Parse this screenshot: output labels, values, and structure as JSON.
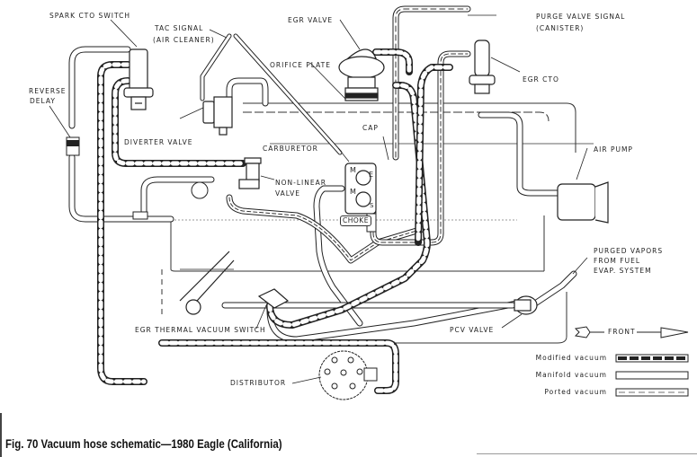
{
  "figure": {
    "caption": "Fig. 70 Vacuum hose schematic—1980 Eagle (California)"
  },
  "labels": {
    "spark_cto_switch": "Spark CTO switch",
    "tac_signal_1": "TAC signal",
    "tac_signal_2": "(Air cleaner)",
    "egr_valve": "EGR valve",
    "orifice_plate": "Orifice plate",
    "purge_valve_signal_1": "Purge valve signal",
    "purge_valve_signal_2": "(Canister)",
    "egr_cto": "EGR CTO",
    "reverse_delay_1": "Reverse",
    "reverse_delay_2": "delay",
    "diverter_valve": "Diverter valve",
    "cap": "Cap",
    "carburetor": "Carburetor",
    "air_pump": "Air pump",
    "non_linear_valve_1": "Non-linear",
    "non_linear_valve_2": "valve",
    "choke": "Choke",
    "purged_vapors_1": "Purged vapors",
    "purged_vapors_2": "from fuel",
    "purged_vapors_3": "evap. system",
    "egr_thermal_vacuum_switch": "EGR thermal vacuum switch",
    "pcv_valve": "PCV valve",
    "front": "Front",
    "distributor": "Distributor",
    "port_m1": "M",
    "port_e": "E",
    "port_m2": "M",
    "port_s": "S"
  },
  "legend": {
    "items": [
      {
        "label": "Modified vacuum",
        "style": "modified"
      },
      {
        "label": "Manifold vacuum",
        "style": "manifold"
      },
      {
        "label": "Ported vacuum",
        "style": "ported"
      }
    ]
  }
}
